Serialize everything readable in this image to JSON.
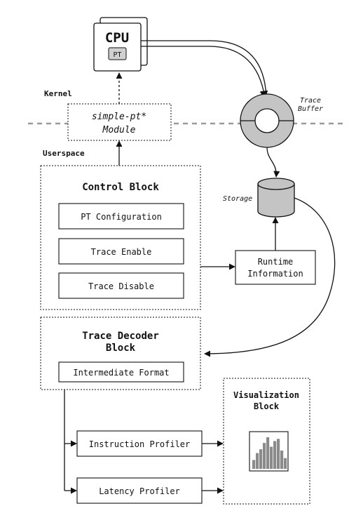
{
  "cpu": {
    "title": "CPU",
    "badge": "PT"
  },
  "kernel_label": "Kernel",
  "userspace_label": "Userspace",
  "module": {
    "line1": "simple-pt*",
    "line2": "Module"
  },
  "trace_buffer": {
    "line1": "Trace",
    "line2": "Buffer"
  },
  "storage_label": "Storage",
  "control_block": {
    "title": "Control Block",
    "items": [
      "PT Configuration",
      "Trace Enable",
      "Trace Disable"
    ]
  },
  "runtime_info": {
    "line1": "Runtime",
    "line2": "Information"
  },
  "trace_decoder": {
    "line1": "Trace Decoder",
    "line2": "Block",
    "item": "Intermediate Format"
  },
  "profilers": {
    "instruction": "Instruction Profiler",
    "latency": "Latency Profiler"
  },
  "visualization": {
    "line1": "Visualization",
    "line2": "Block"
  },
  "histogram": {
    "bar_heights": [
      0.28,
      0.5,
      0.62,
      0.82,
      1.0,
      0.7,
      0.88,
      0.95,
      0.58,
      0.34
    ]
  }
}
